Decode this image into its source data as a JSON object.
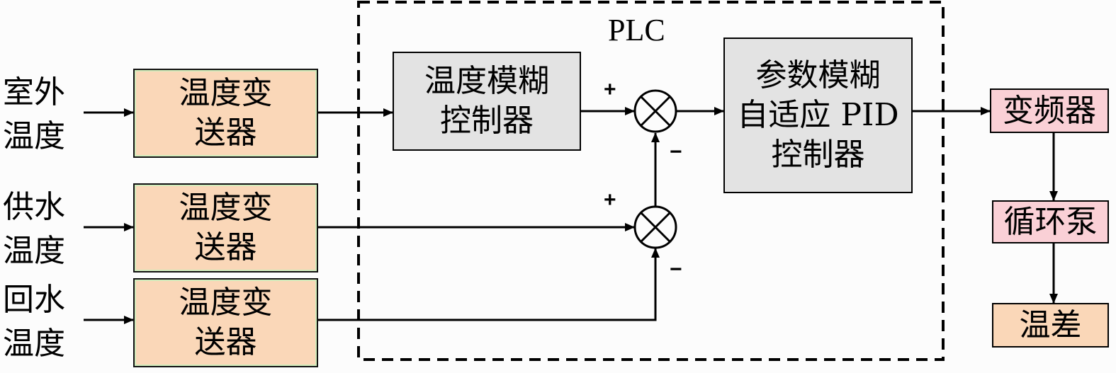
{
  "plc_label": "PLC",
  "inputs": {
    "outdoor": "室外\n温度",
    "supply": "供水\n温度",
    "return": "回水\n温度"
  },
  "transmitters": {
    "t1": "温度变\n送器",
    "t2": "温度变\n送器",
    "t3": "温度变\n送器"
  },
  "controllers": {
    "fuzzy_temp": "温度模糊\n控制器",
    "fuzzy_pid": "参数模糊\n自适应 PID\n控制器"
  },
  "outputs": {
    "vfd": "变频器",
    "pump": "循环泵",
    "temp_diff": "温差"
  },
  "signs": {
    "s1_plus": "+",
    "s1_minus": "−",
    "s2_plus": "+",
    "s2_minus": "−"
  },
  "colors": {
    "sensor_fill": "#fad7b8",
    "sensor_inner": "#d2ecbc",
    "controller_fill": "#e3e3e3",
    "vfd_fill": "#fad0d6",
    "temp_diff_fill": "#fad7b8"
  }
}
